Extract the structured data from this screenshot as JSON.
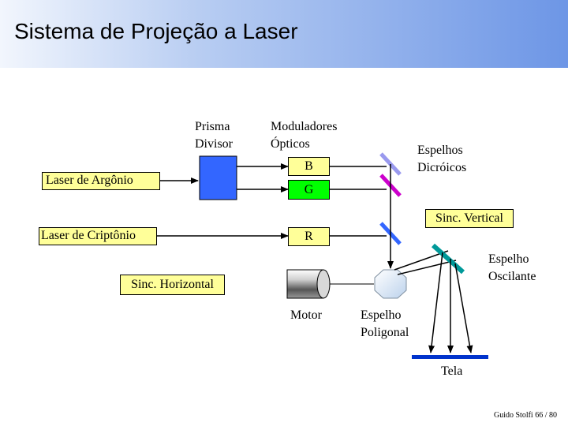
{
  "title": "Sistema de Projeção a Laser",
  "labels": {
    "prisma_line1": "Prisma",
    "prisma_line2": "Divisor",
    "moduladores_line1": "Moduladores",
    "moduladores_line2": "Ópticos",
    "espelhos_dicroicos_line1": "Espelhos",
    "espelhos_dicroicos_line2": "Dicróicos",
    "laser_argonio": "Laser de Argônio",
    "laser_criptonio": "Laser de Criptônio",
    "sinc_horizontal": "Sinc. Horizontal",
    "sinc_vertical": "Sinc. Vertical",
    "espelho_oscilante_line1": "Espelho",
    "espelho_oscilante_line2": "Oscilante",
    "motor": "Motor",
    "espelho_poligonal_line1": "Espelho",
    "espelho_poligonal_line2": "Poligonal",
    "tela": "Tela"
  },
  "modulators": {
    "b": "B",
    "g": "G",
    "r": "R"
  },
  "footer": "Guido Stolfi   66 / 80",
  "colors": {
    "laser_box": "#ffff99",
    "prism": "#3366ff",
    "modulator_b": "#ffff99",
    "modulator_g": "#00ff00",
    "modulator_r": "#ffff99",
    "dichroic_mirror_b": "#ccccff",
    "dichroic_mirror_g": "#cc00cc",
    "dichroic_mirror_r": "#3366ff",
    "oscillating_mirror": "#009999",
    "screen": "#0033cc",
    "sinc_vertical_box": "#ffff99",
    "sinc_horizontal_box": "#ffff99"
  }
}
